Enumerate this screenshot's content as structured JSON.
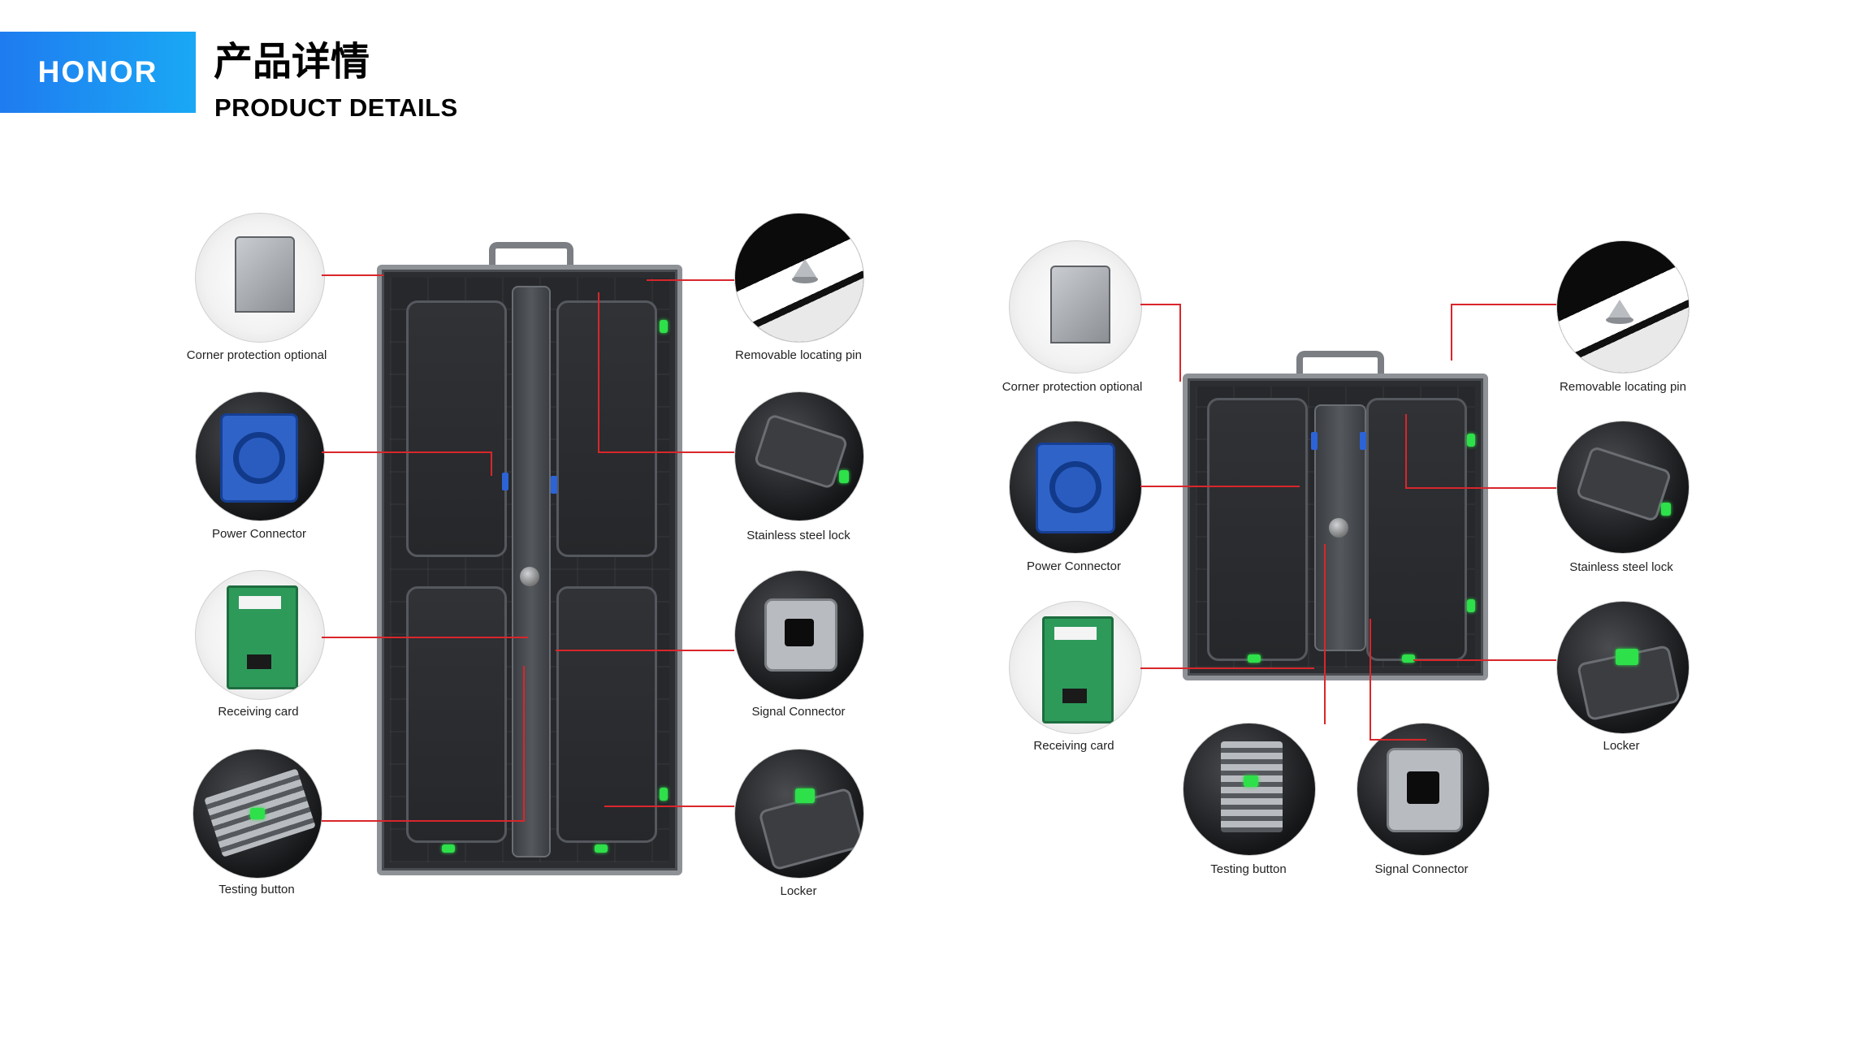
{
  "header": {
    "brand": "HONOR",
    "title_cn": "产品详情",
    "title_en": "PRODUCT DETAILS"
  },
  "left_product": {
    "labels": {
      "corner": "Corner protection optional",
      "power": "Power Connector",
      "receiving": "Receiving card",
      "testing": "Testing button",
      "pin": "Removable locating pin",
      "steel_lock": "Stainless steel lock",
      "signal": "Signal Connector",
      "locker": "Locker"
    }
  },
  "right_product": {
    "labels": {
      "corner": "Corner protection optional",
      "power": "Power Connector",
      "receiving": "Receiving card",
      "testing": "Testing button",
      "signal": "Signal Connector",
      "pin": "Removable locating pin",
      "steel_lock": "Stainless steel lock",
      "locker": "Locker"
    }
  },
  "colors": {
    "brand_gradient_start": "#1f7bf0",
    "brand_gradient_end": "#1aa8f5",
    "callout_line": "#d9262b",
    "panel_dark": "#2b2d30",
    "led_green": "#2ee04a",
    "power_blue": "#2f63c8"
  }
}
